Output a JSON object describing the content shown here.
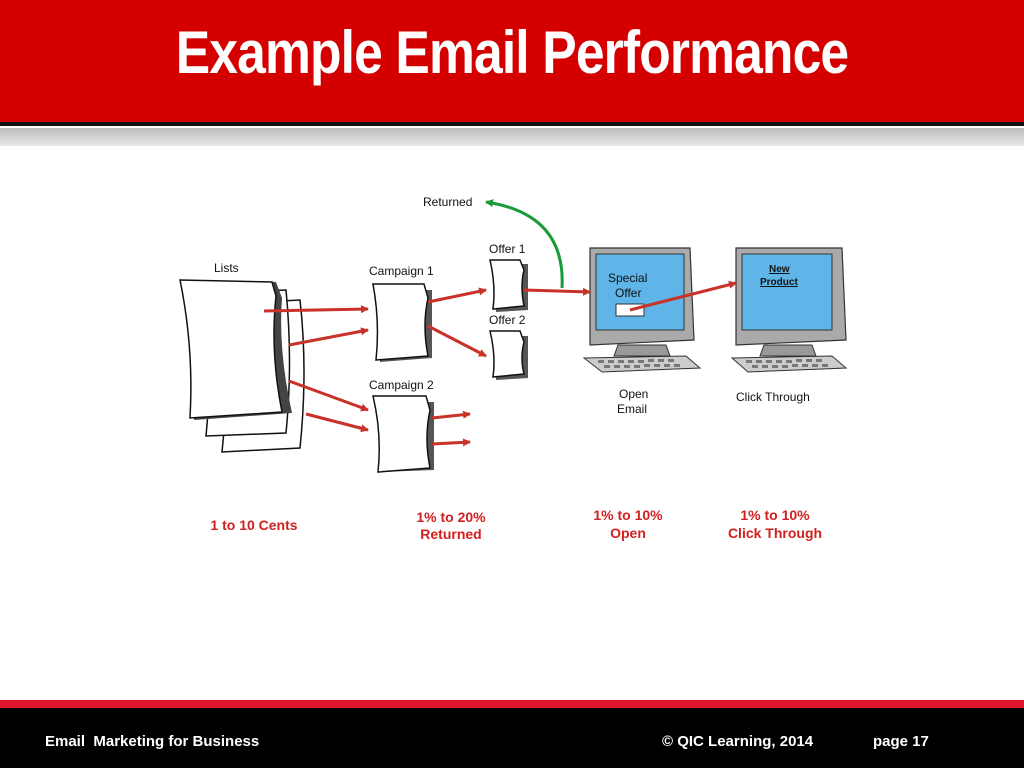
{
  "slide": {
    "title": "Example Email Performance"
  },
  "diagram": {
    "lists_label": "Lists",
    "campaign1_label": "Campaign 1",
    "campaign2_label": "Campaign 2",
    "offer1_label": "Offer 1",
    "offer2_label": "Offer 2",
    "returned_label": "Returned",
    "screen1_line1": "Special",
    "screen1_line2": "Offer",
    "screen2_line1": "New",
    "screen2_line2": "Product",
    "open_email_line1": "Open",
    "open_email_line2": "Email",
    "click_through_label": "Click Through"
  },
  "stats": {
    "cost": "1 to 10 Cents",
    "returned_line1": "1% to 20%",
    "returned_line2": "Returned",
    "open_line1": "1% to 10%",
    "open_line2": "Open",
    "click_line1": "1% to 10%",
    "click_line2": "Click Through"
  },
  "footer": {
    "left": "Email  Marketing for Business",
    "copyright": "© QIC Learning, 2014",
    "page": "page 17"
  },
  "colors": {
    "header": "#d40000",
    "arrow_red": "#c83228",
    "arrow_green": "#1a9a3a",
    "screen_blue": "#5fb4e8",
    "stat_red": "#d02020"
  }
}
